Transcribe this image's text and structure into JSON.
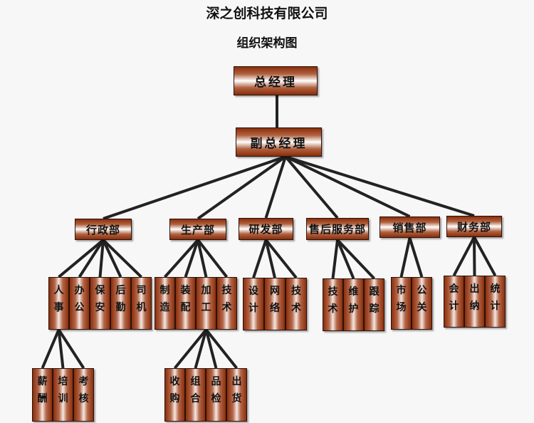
{
  "header": {
    "company": "深之创科技有限公司",
    "subtitle": "组织架构图"
  },
  "colors": {
    "box_dark": "#8a2e0c",
    "box_light": "#ffffff",
    "line": "#222222",
    "background": "#f7f7f7"
  },
  "org": {
    "ceo": "总经理",
    "vp": "副总经理",
    "departments": [
      {
        "name": "行政部",
        "units": [
          "人事",
          "办公",
          "保安",
          "后勤",
          "司机"
        ],
        "subunits_of": "人事",
        "subunits": [
          "薪酬",
          "培训",
          "考核"
        ]
      },
      {
        "name": "生产部",
        "units": [
          "制造",
          "装配",
          "加工",
          "技术"
        ],
        "subunits_of": "加工",
        "subunits": [
          "收购",
          "组合",
          "品检",
          "出货"
        ]
      },
      {
        "name": "研发部",
        "units": [
          "设计",
          "网络",
          "技术"
        ]
      },
      {
        "name": "售后服务部",
        "units": [
          "技术",
          "维护",
          "跟踪"
        ]
      },
      {
        "name": "销售部",
        "units": [
          "市场",
          "公关"
        ]
      },
      {
        "name": "财务部",
        "units": [
          "会计",
          "出纳",
          "统计"
        ]
      }
    ]
  }
}
